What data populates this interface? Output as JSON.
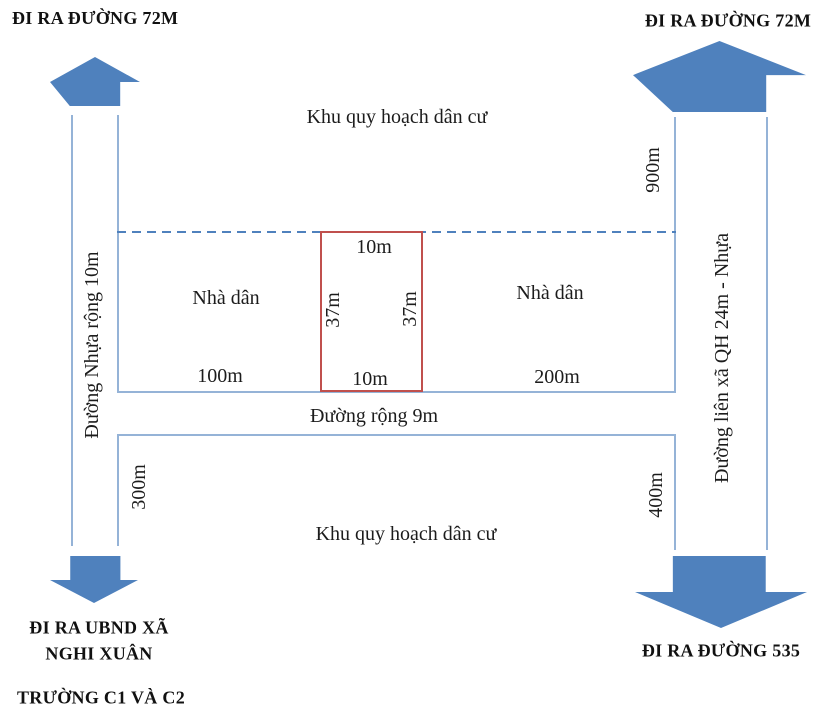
{
  "titles": {
    "top_left": "ĐI RA ĐƯỜNG 72M",
    "top_right": "ĐI RA ĐƯỜNG 72M",
    "bottom_left_line1": "ĐI RA UBND XÃ",
    "bottom_left_line2": "NGHI XUÂN",
    "bottom_left_line3": "TRƯỜNG C1 VÀ C2",
    "bottom_right": "ĐI RA ĐƯỜNG 535"
  },
  "areas": {
    "top_planning": "Khu quy hoạch dân cư",
    "bottom_planning": "Khu quy hoạch dân cư",
    "left_houses": "Nhà dân",
    "right_houses": "Nhà dân"
  },
  "roads": {
    "left_vertical": "Đường Nhựa rộng 10m",
    "right_vertical": "Đường liên xã QH 24m - Nhựa",
    "middle_horizontal": "Đường rộng 9m"
  },
  "distances": {
    "frontage_left": "100m",
    "frontage_right": "200m",
    "to_72m_road": "900m",
    "to_ubnd": "300m",
    "to_road_535": "400m"
  },
  "plot": {
    "width_top": "10m",
    "width_bottom": "10m",
    "depth_left": "37m",
    "depth_right": "37m"
  },
  "colors": {
    "arrow_fill": "#4f81bd",
    "road_line": "#95b3d7",
    "boundary_dashed": "#4f81bd",
    "plot_border": "#c0504d",
    "text": "#1c1c1c"
  }
}
